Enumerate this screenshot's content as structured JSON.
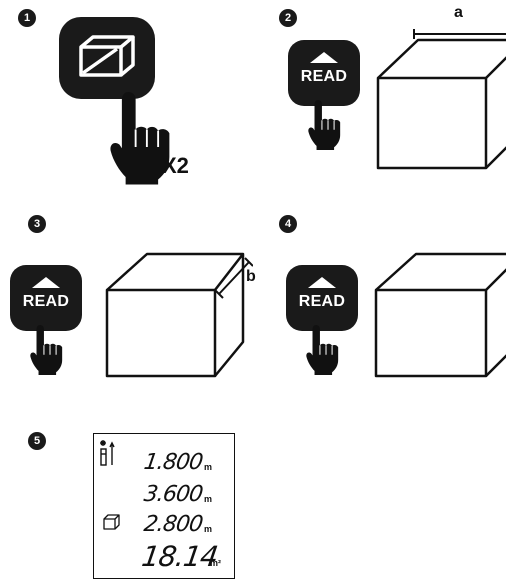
{
  "steps": [
    {
      "number": "1",
      "multiplier": "X2"
    },
    {
      "number": "2",
      "button_label": "READ",
      "dimension_label": "a"
    },
    {
      "number": "3",
      "button_label": "READ",
      "dimension_label": "b"
    },
    {
      "number": "4",
      "button_label": "READ"
    },
    {
      "number": "5"
    }
  ],
  "display": {
    "rows": [
      {
        "value": "1.800",
        "unit": "m"
      },
      {
        "value": "3.600",
        "unit": "m"
      },
      {
        "value": "2.800",
        "unit": "m"
      },
      {
        "value": "18.14",
        "unit": "m²"
      }
    ]
  },
  "icons": {
    "step1_button": "volume-box-icon",
    "hand": "pointing-hand-icon",
    "display_top": "laser-device-icon",
    "display_mode": "volume-mode-icon"
  }
}
